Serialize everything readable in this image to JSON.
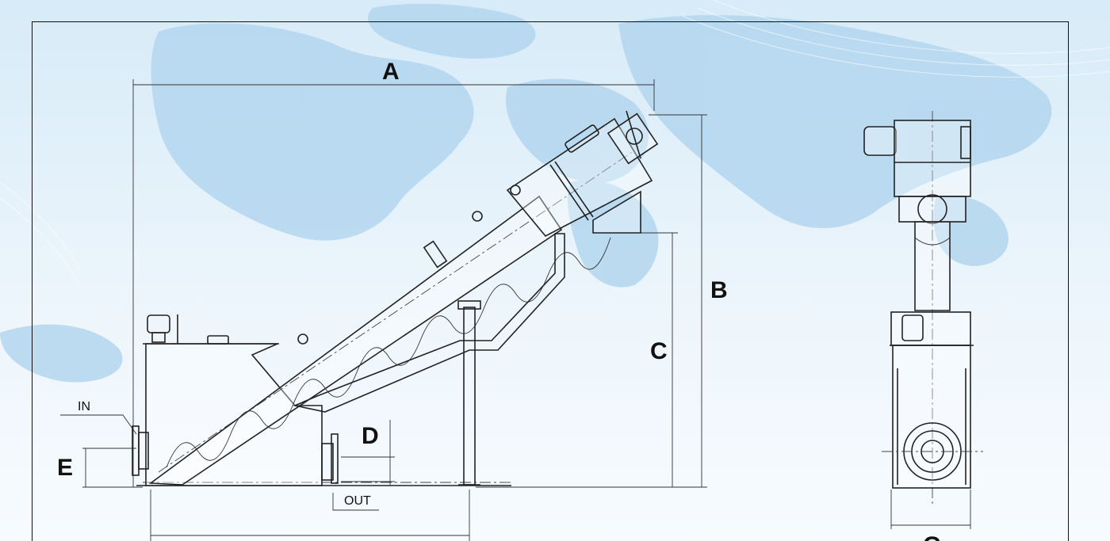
{
  "labels": {
    "A": "A",
    "B": "B",
    "C": "C",
    "D": "D",
    "E": "E",
    "G": "G",
    "inlet": "IN",
    "outlet": "OUT"
  },
  "colors": {
    "background": "#eaf4fb",
    "map": "#b9daf0",
    "line": "#222222"
  }
}
